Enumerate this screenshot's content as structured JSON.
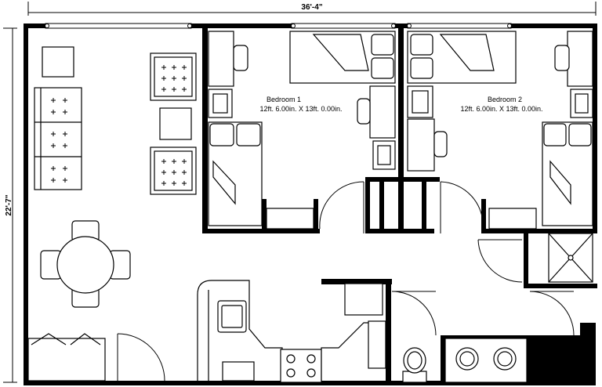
{
  "dimensions": {
    "width_label": "36'-4\"",
    "height_label": "22'-7\""
  },
  "rooms": [
    {
      "name": "Bedroom 1",
      "size": "12ft. 6.00in. X 13ft. 0.00in."
    },
    {
      "name": "Bedroom 2",
      "size": "12ft. 6.00in. X 13ft. 0.00in."
    }
  ],
  "colors": {
    "wall": "#000000",
    "line": "#000000",
    "background": "#ffffff"
  }
}
